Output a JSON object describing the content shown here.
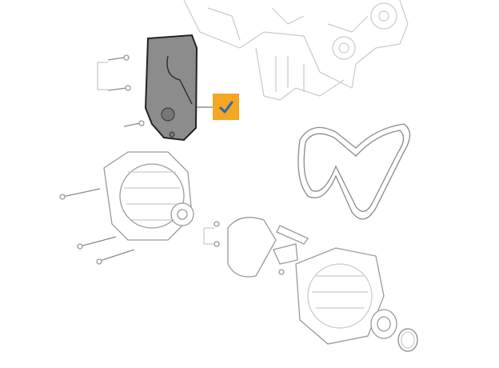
{
  "diagram": {
    "highlighted_part": "belt-tensioner-bracket",
    "badge": {
      "icon": "checkmark-icon",
      "background": "#F5A623",
      "check_color": "#1E6FB0"
    },
    "parts": [
      "engine-block",
      "tensioner-bracket",
      "bracket-bolts",
      "drive-belt",
      "alternator",
      "alternator-bolts",
      "rectifier-brush-holder",
      "alternator-rear-view",
      "pulley",
      "snap-ring"
    ]
  }
}
